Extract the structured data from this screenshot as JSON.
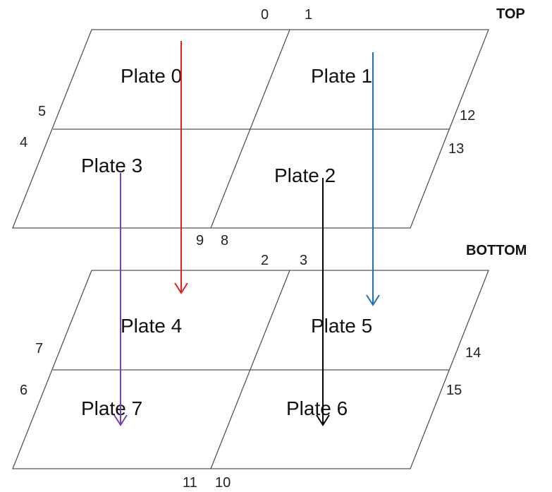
{
  "layers": {
    "top": {
      "label": "TOP"
    },
    "bottom": {
      "label": "BOTTOM"
    }
  },
  "plates": [
    "Plate 0",
    "Plate 1",
    "Plate 2",
    "Plate 3",
    "Plate 4",
    "Plate 5",
    "Plate 6",
    "Plate 7"
  ],
  "numbers": [
    "0",
    "1",
    "2",
    "3",
    "4",
    "5",
    "6",
    "7",
    "8",
    "9",
    "10",
    "11",
    "12",
    "13",
    "14",
    "15"
  ],
  "arrows": [
    {
      "from": "Plate 0",
      "to": "Plate 4",
      "color": "#e8201c"
    },
    {
      "from": "Plate 1",
      "to": "Plate 5",
      "color": "#1f6fbf"
    },
    {
      "from": "Plate 2",
      "to": "Plate 6",
      "color": "#000000"
    },
    {
      "from": "Plate 3",
      "to": "Plate 7",
      "color": "#7a3fb0"
    }
  ],
  "colors": {
    "outline": "#555555",
    "background": "#ffffff"
  }
}
